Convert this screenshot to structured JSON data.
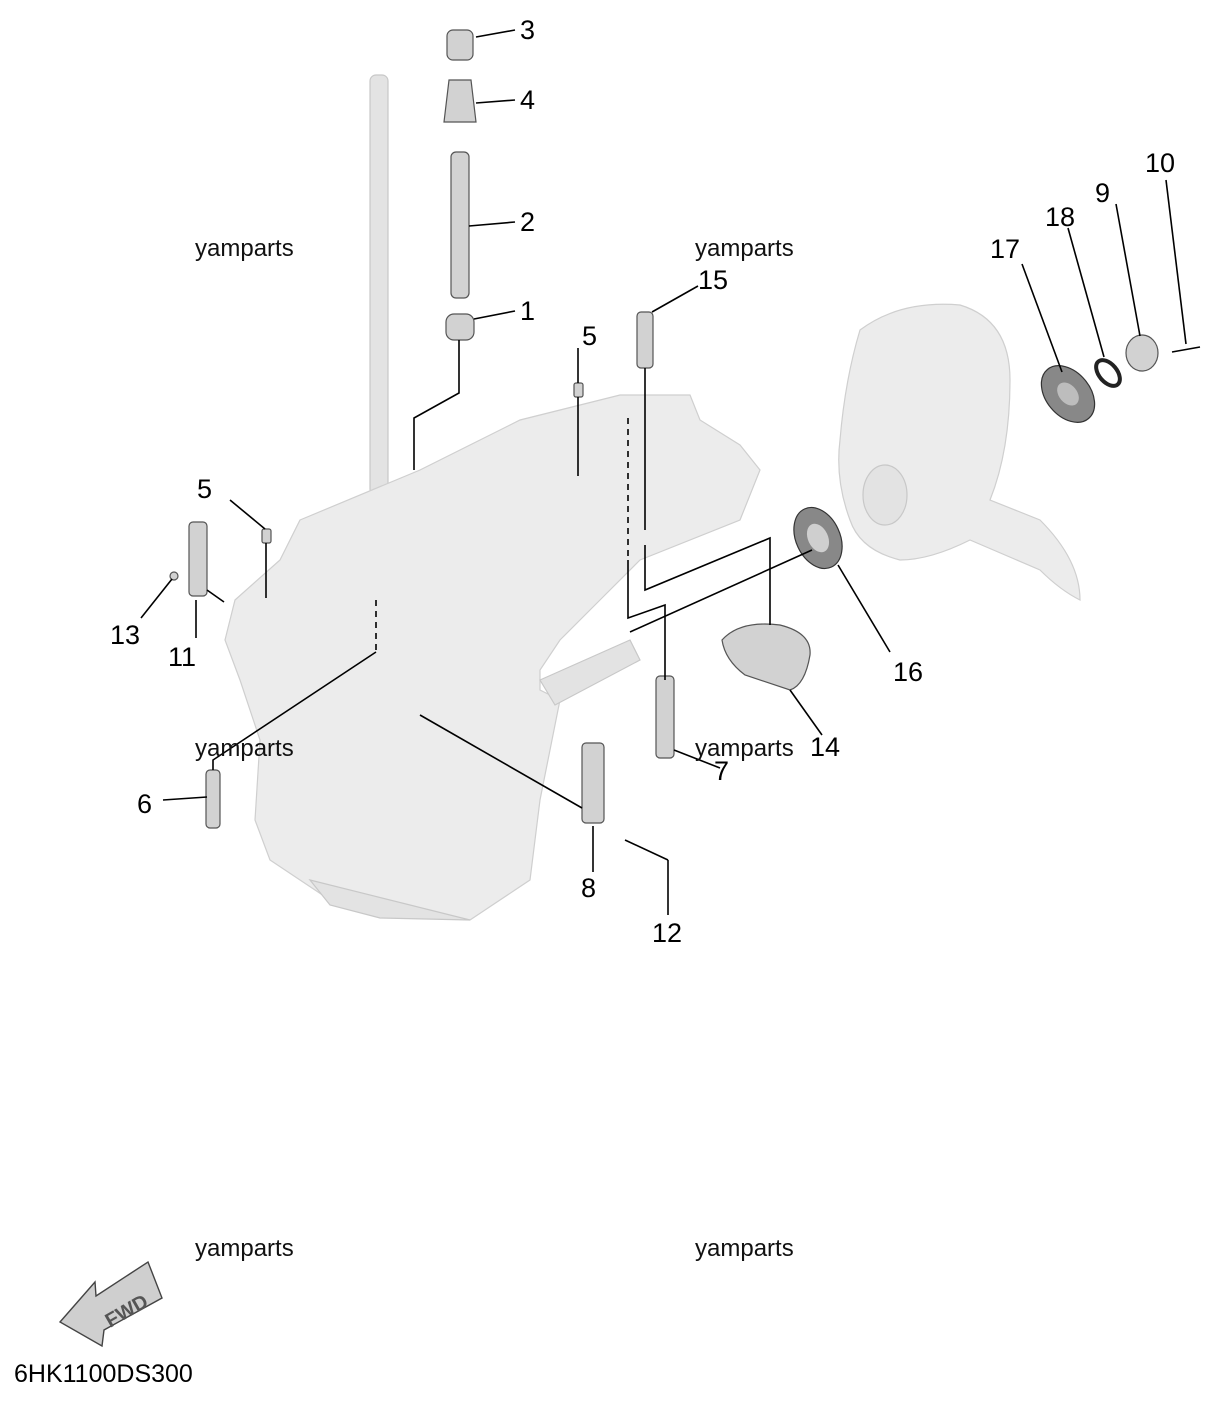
{
  "diagram_code": "6HK1100DS300",
  "fwd_arrow_label": "FWD",
  "watermark": "yamparts",
  "callouts": [
    "1",
    "2",
    "3",
    "4",
    "5",
    "5",
    "6",
    "7",
    "8",
    "9",
    "10",
    "11",
    "12",
    "13",
    "14",
    "15",
    "16",
    "17",
    "18"
  ]
}
